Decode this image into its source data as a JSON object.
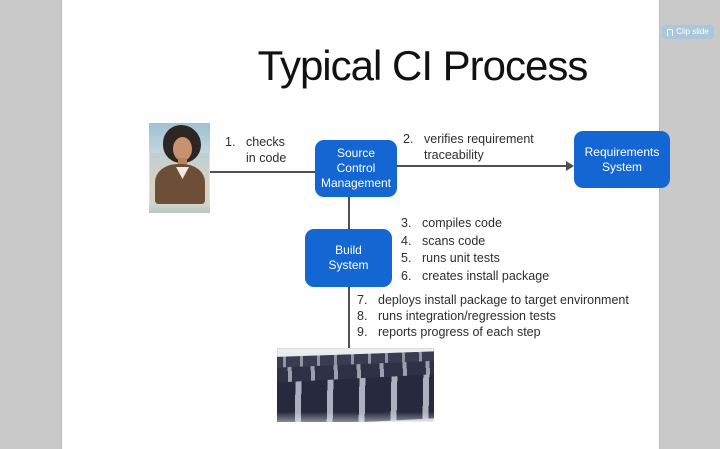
{
  "viewer": {
    "clip_button_label": "Clip slide"
  },
  "slide": {
    "title": "Typical CI Process",
    "boxes": {
      "source_control": {
        "label": "Source\nControl\nManagement"
      },
      "requirements": {
        "label": "Requirements\nSystem"
      },
      "build": {
        "label": "Build\nSystem"
      }
    },
    "steps": [
      {
        "num": "1.",
        "text": "checks\nin code"
      },
      {
        "num": "2.",
        "text": "verifies requirement\ntraceability"
      },
      {
        "num": "3.",
        "text": "compiles code"
      },
      {
        "num": "4.",
        "text": "scans code"
      },
      {
        "num": "5.",
        "text": "runs unit tests"
      },
      {
        "num": "6.",
        "text": "creates install package"
      },
      {
        "num": "7.",
        "text": "deploys install package to target environment"
      },
      {
        "num": "8.",
        "text": "runs integration/regression tests"
      },
      {
        "num": "9.",
        "text": "reports progress of each step"
      }
    ],
    "images": {
      "developer_photo": "photo of a smiling developer",
      "server_racks": "rows of dark server cabinets in a data center"
    },
    "colors": {
      "box_blue": "#1467d2",
      "connector_gray": "#4f4f4f",
      "background_gray": "#c9c9c9",
      "clip_button_blue": "#a9c9da"
    }
  }
}
